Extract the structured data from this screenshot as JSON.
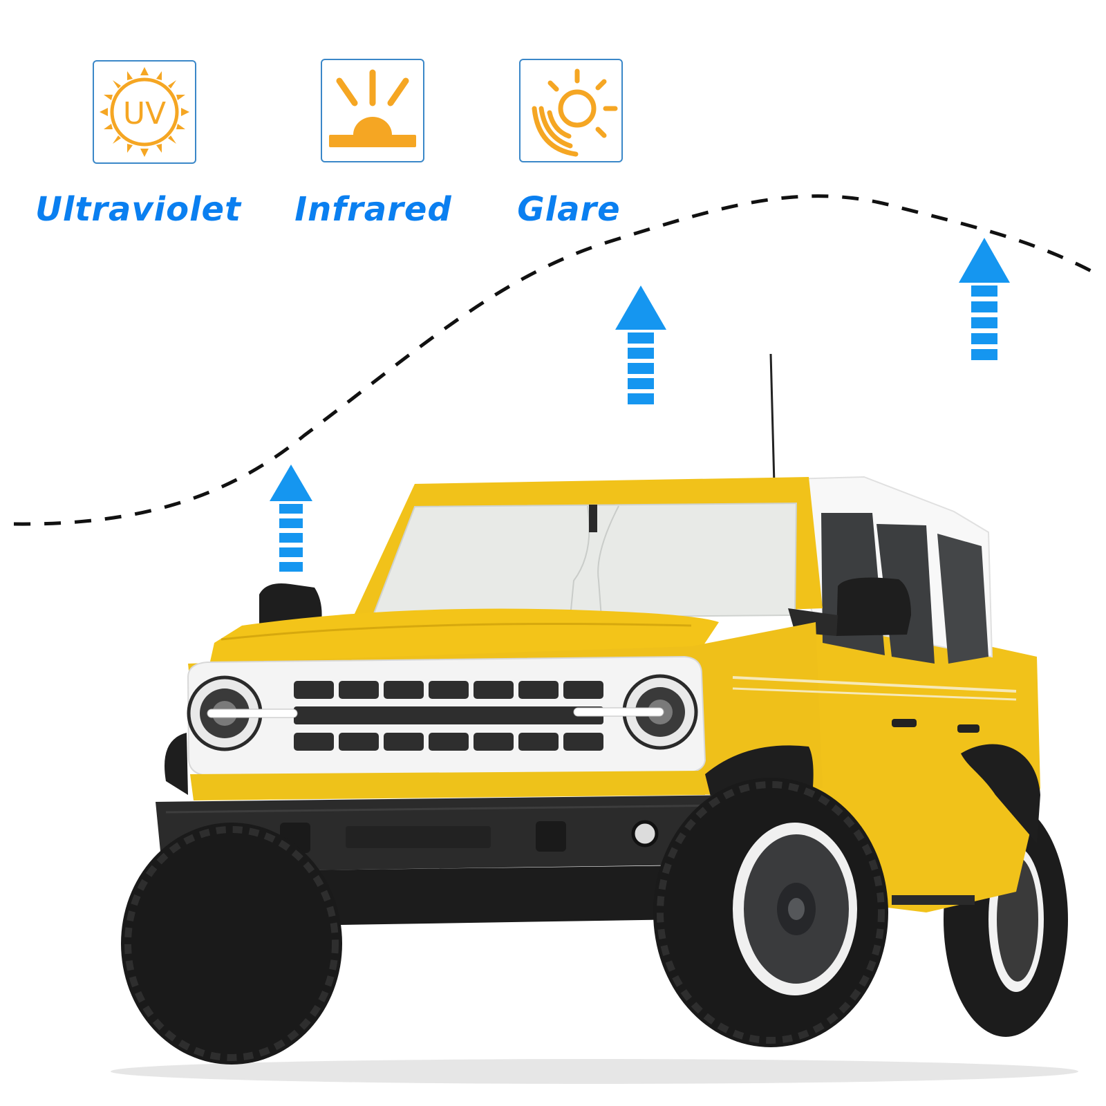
{
  "features": [
    {
      "icon": "uv-sun-icon",
      "badge_text": "UV",
      "label": "Ultraviolet"
    },
    {
      "icon": "sunrise-infrared-icon",
      "label": "Infrared"
    },
    {
      "icon": "sun-glare-icon",
      "label": "Glare"
    }
  ],
  "colors": {
    "label_blue": "#0a7ff0",
    "icon_orange": "#f5a623",
    "arrow_blue": "#1596f0",
    "box_border": "#3a87c8",
    "vehicle_yellow": "#f3c419",
    "roof_white": "#ffffff",
    "shade_silver": "#e8eae7"
  },
  "scene": {
    "subject": "yellow-suv-with-windshield-sunshade",
    "curve_style": "dashed",
    "arrow_direction": "up"
  }
}
